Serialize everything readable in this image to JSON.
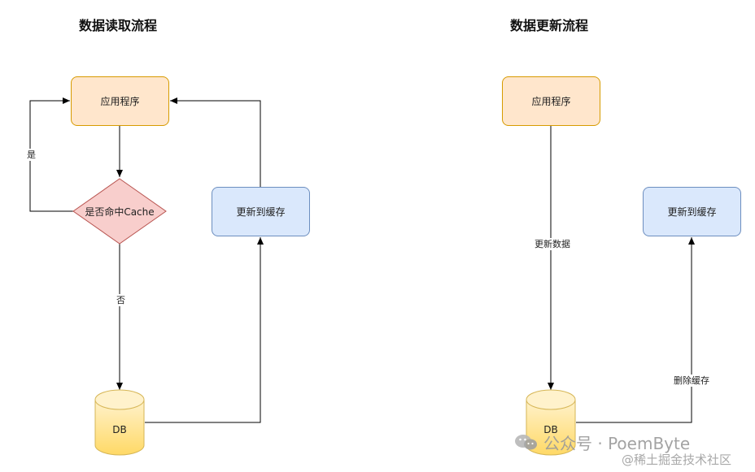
{
  "left": {
    "title": "数据读取流程",
    "app_node": "应用程序",
    "decision_node": "是否命中Cache",
    "update_cache_node": "更新到缓存",
    "db_node": "DB",
    "label_yes": "是",
    "label_no": "否"
  },
  "right": {
    "title": "数据更新流程",
    "app_node": "应用程序",
    "update_cache_node": "更新到缓存",
    "db_node": "DB",
    "label_update_data": "更新数据",
    "label_delete_cache": "删除缓存"
  },
  "watermark": {
    "line1": "公众号 · PoemByte",
    "line2": "@稀土掘金技术社区"
  },
  "colors": {
    "app_fill": "#ffe6cc",
    "app_stroke": "#d79b00",
    "cache_fill": "#dae8fc",
    "cache_stroke": "#6c8ebf",
    "decision_fill": "#f8cecc",
    "decision_stroke": "#b85450",
    "db_fill": "#fff2cc",
    "db_stroke": "#d6b656"
  }
}
